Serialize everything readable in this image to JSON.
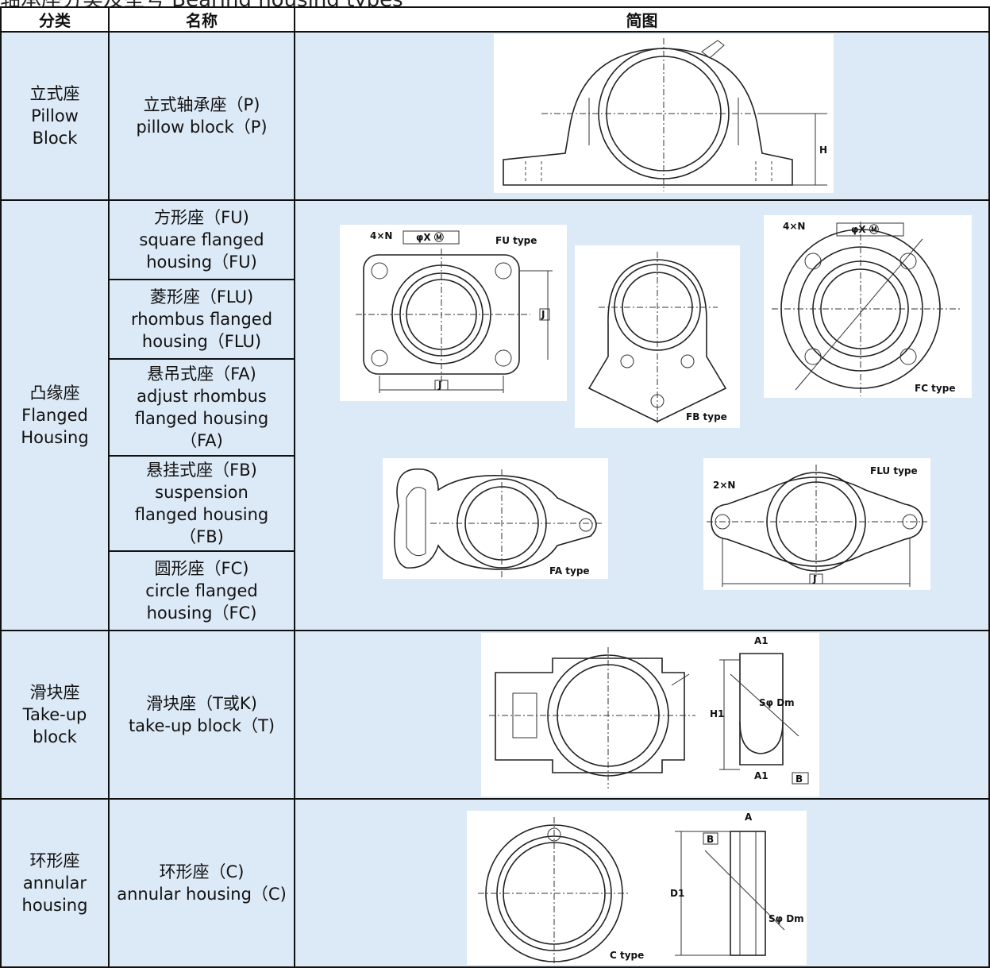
{
  "caption": "轴承座分类及型号 Bearing housing types",
  "headers": {
    "category": "分类",
    "name": "名称",
    "diagram": "简图"
  },
  "rows": [
    {
      "category_cn": "立式座",
      "category_en": "Pillow Block",
      "names": [
        {
          "cn": "立式轴承座（P)",
          "en": "pillow block（P)"
        }
      ]
    },
    {
      "category_cn": "凸缘座",
      "category_en": "Flanged Housing",
      "names": [
        {
          "cn": "方形座（FU)",
          "en": "square flanged housing（FU)"
        },
        {
          "cn": "菱形座（FLU)",
          "en": "rhombus flanged housing（FLU)"
        },
        {
          "cn": "悬吊式座（FA)",
          "en": "adjust rhombus flanged housing（FA)"
        },
        {
          "cn": "悬挂式座（FB)",
          "en": "suspension flanged housing（FB)"
        },
        {
          "cn": "圆形座（FC)",
          "en": "circle flanged housing（FC)"
        }
      ]
    },
    {
      "category_cn": "滑块座",
      "category_en": "Take-up block",
      "names": [
        {
          "cn": "滑块座（T或K)",
          "en": "take-up block（T)"
        }
      ]
    },
    {
      "category_cn": "环形座",
      "category_en": "annular housing",
      "names": [
        {
          "cn": "环形座（C)",
          "en": "annular housing（C)"
        }
      ]
    }
  ],
  "diagram_labels": {
    "fu": "FU type",
    "fb": "FB type",
    "fc": "FC type",
    "fa": "FA type",
    "flu": "FLU type",
    "c": "C type",
    "fu_holes": "4×N",
    "fc_holes": "4×N",
    "flu_holes": "2×N",
    "tol_x": "φX Ⓜ",
    "dim_j": "J",
    "dim_h": "H",
    "dim_h1": "H1",
    "dim_a1": "A1",
    "dim_b": "B",
    "dim_a": "A",
    "dim_d1": "D1",
    "sphere": "Sφ Dm"
  }
}
